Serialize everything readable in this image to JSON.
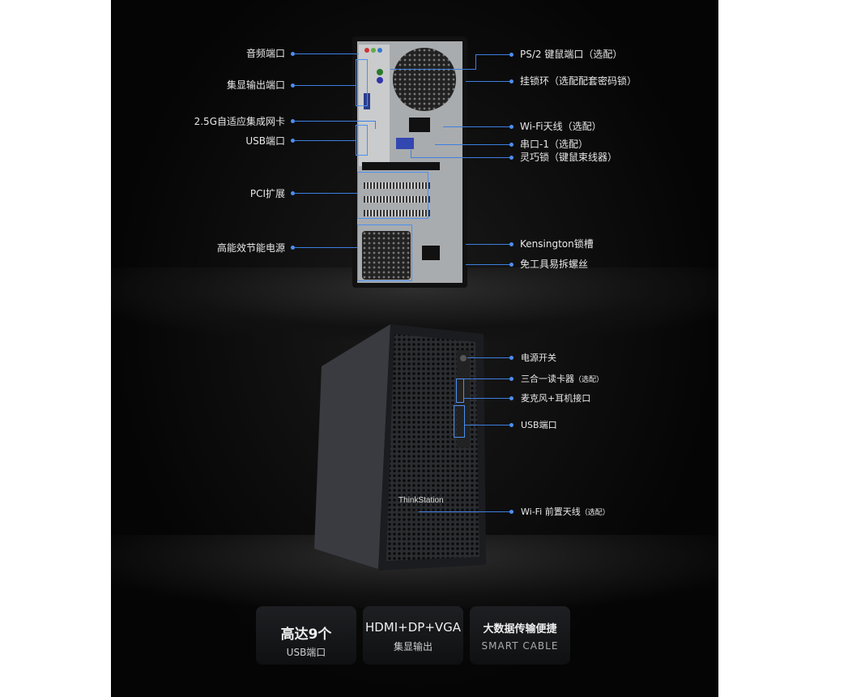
{
  "rear_labels_left": [
    "音频端口",
    "集显输出端口",
    "2.5G自适应集成网卡",
    "USB端口",
    "PCI扩展",
    "高能效节能电源"
  ],
  "rear_labels_right": [
    "PS/2 键鼠端口（选配）",
    "挂锁环（选配配套密码锁）",
    "Wi-Fi天线（选配）",
    "串口-1（选配）",
    "灵巧锁（键鼠束线器）",
    "Kensington锁槽",
    "免工具易拆螺丝"
  ],
  "front_labels": [
    {
      "text": "电源开关",
      "note": ""
    },
    {
      "text": "三合一读卡器",
      "note": "（选配）"
    },
    {
      "text": "麦克风+耳机接口",
      "note": ""
    },
    {
      "text": "USB端口",
      "note": ""
    },
    {
      "text": "Wi-Fi 前置天线",
      "note": "（选配）"
    }
  ],
  "brand_logo": "ThinkStation",
  "features": [
    {
      "title": "高达9个",
      "sub": "USB端口"
    },
    {
      "title": "HDMI+DP+VGA",
      "sub": "集显输出"
    },
    {
      "title": "大数据传输便捷",
      "sub": "SMART CABLE"
    }
  ],
  "accent": "#3d7fe0"
}
